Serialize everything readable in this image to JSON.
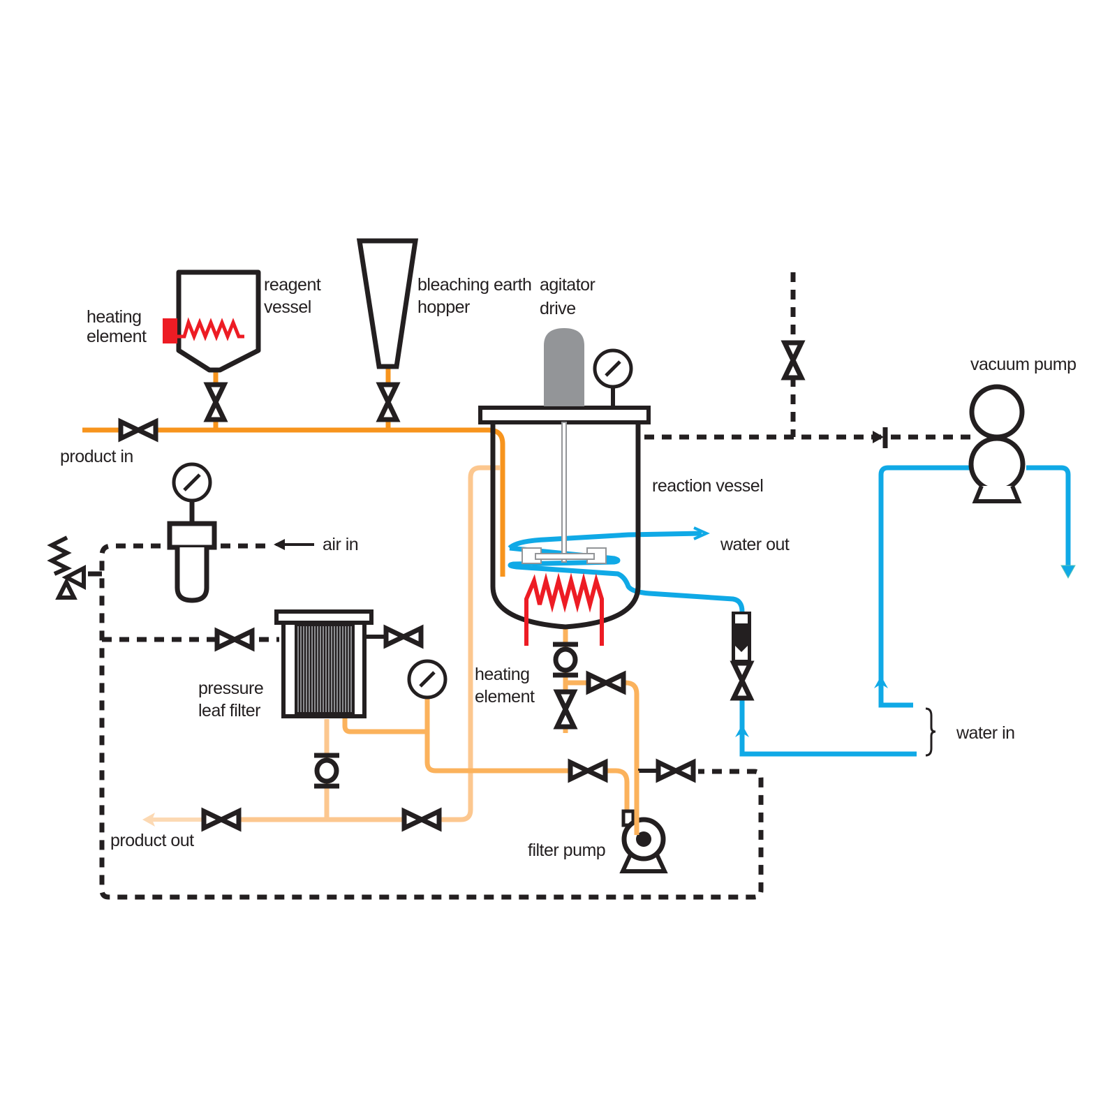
{
  "diagram": {
    "type": "process flow diagram",
    "labels": {
      "heating_element_left": [
        "heating",
        "element"
      ],
      "reagent_vessel": [
        "reagent",
        "vessel"
      ],
      "bleaching_earth_hopper": [
        "bleaching earth",
        "hopper"
      ],
      "agitator_drive": [
        "agitator",
        "drive"
      ],
      "vacuum_pump": "vacuum pump",
      "product_in": "product in",
      "reaction_vessel": "reaction vessel",
      "air_in": "air in",
      "water_out": "water out",
      "pressure_leaf_filter": [
        "pressure",
        "leaf filter"
      ],
      "heating_element_center": [
        "heating",
        "element"
      ],
      "water_in": "water in",
      "product_out": "product out",
      "filter_pump": "filter pump"
    },
    "colors": {
      "product_line": "#f7941d",
      "product_line_light": "#fbb25c",
      "product_out_line": "#fcc78f",
      "water_line": "#10a9e6",
      "heating": "#ed1c24",
      "equipment": "#231f20",
      "agitator_motor": "#939598"
    }
  }
}
